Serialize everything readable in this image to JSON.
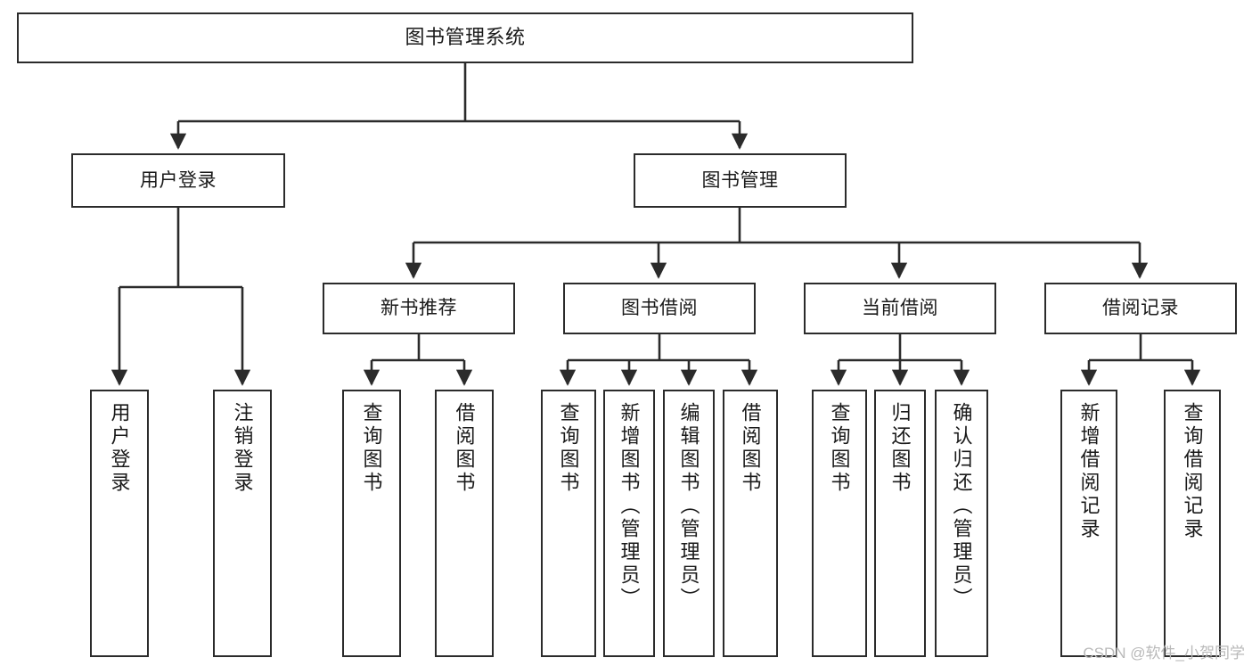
{
  "diagram": {
    "title": "图书管理系统",
    "type": "tree-hierarchy-chart",
    "watermark": "CSDN @软件_小贺同学",
    "colors": {
      "stroke": "#2b2b2b",
      "fill": "#ffffff",
      "text": "#1a1a1a",
      "watermark": "#b9b9b9"
    },
    "levels": {
      "root": {
        "label": "图书管理系统"
      },
      "level2": [
        {
          "label": "用户登录"
        },
        {
          "label": "图书管理"
        }
      ],
      "level3": [
        {
          "label": "新书推荐"
        },
        {
          "label": "图书借阅"
        },
        {
          "label": "当前借阅"
        },
        {
          "label": "借阅记录"
        }
      ],
      "leaves": {
        "user_login": [
          {
            "label": "用户登录"
          },
          {
            "label": "注销登录"
          }
        ],
        "new_book_recommend": [
          {
            "label": "查询图书"
          },
          {
            "label": "借阅图书"
          }
        ],
        "book_borrow": [
          {
            "label": "查询图书"
          },
          {
            "label": "新增图书（管理员）"
          },
          {
            "label": "编辑图书（管理员）"
          },
          {
            "label": "借阅图书"
          }
        ],
        "current_borrow": [
          {
            "label": "查询图书"
          },
          {
            "label": "归还图书"
          },
          {
            "label": "确认归还（管理员）"
          }
        ],
        "borrow_record": [
          {
            "label": "新增借阅记录"
          },
          {
            "label": "查询借阅记录"
          }
        ]
      }
    }
  }
}
